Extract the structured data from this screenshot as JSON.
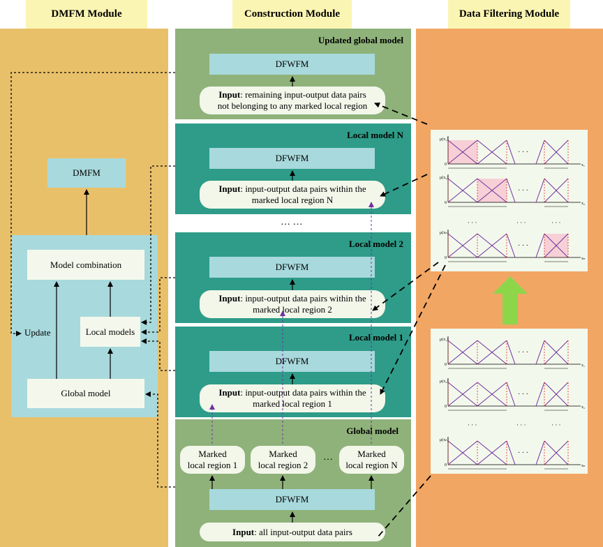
{
  "headers": {
    "dmfm_module": "DMFM Module",
    "construction_module": "Construction Module",
    "data_filtering_module": "Data Filtering Module"
  },
  "dmfm": {
    "dmfm_box": "DMFM",
    "model_combination": "Model combination",
    "local_models": "Local models",
    "global_model": "Global model",
    "update": "Update"
  },
  "construction": {
    "updated_global": {
      "title": "Updated global model",
      "dfwfm": "DFWFM",
      "input_bold": "Input",
      "input_line1": ": remaining input-output data pairs",
      "input_line2": "not belonging to any marked local region"
    },
    "local_n": {
      "title": "Local model N",
      "dfwfm": "DFWFM",
      "input_bold": "Input",
      "input_line1": ": input-output data pairs within the",
      "input_line2": "marked local region N"
    },
    "ellipsis": "… …",
    "local_2": {
      "title": "Local model 2",
      "dfwfm": "DFWFM",
      "input_bold": "Input",
      "input_line1": ": input-output data pairs within the",
      "input_line2": "marked local region 2"
    },
    "local_1": {
      "title": "Local model 1",
      "dfwfm": "DFWFM",
      "input_bold": "Input",
      "input_line1": ": input-output data pairs within the",
      "input_line2": "marked local region 1"
    },
    "global": {
      "title": "Global model",
      "dfwfm": "DFWFM",
      "input_bold": "Input",
      "input_rest": ": all input-output data pairs",
      "marked": [
        {
          "line1": "Marked",
          "line2": "local region 1"
        },
        {
          "line1": "Marked",
          "line2": "local region 2"
        },
        {
          "line1": "Marked",
          "line2": "local region N"
        }
      ],
      "marked_ellipsis": "…"
    }
  },
  "plots": {
    "dots": "· · ·",
    "mu_labels": [
      "μ(x₁)",
      "μ(x₂)",
      "μ(xₙ)"
    ],
    "x_labels": [
      "x₁",
      "x₂",
      "xₙ"
    ],
    "zero": "0"
  },
  "colors": {
    "header_bg": "#fbf5b3",
    "dmfm_column": "#e9c06a",
    "construction_green": "#8fb27a",
    "construction_teal": "#2e9c88",
    "filtering_column": "#f2a664",
    "dfwfm_box": "#a8d9dc",
    "big_arrow": "#8dd64a",
    "membership_line": "#7030a0",
    "boundary_line": "#e0201a",
    "highlight": "#f6d0d6"
  }
}
